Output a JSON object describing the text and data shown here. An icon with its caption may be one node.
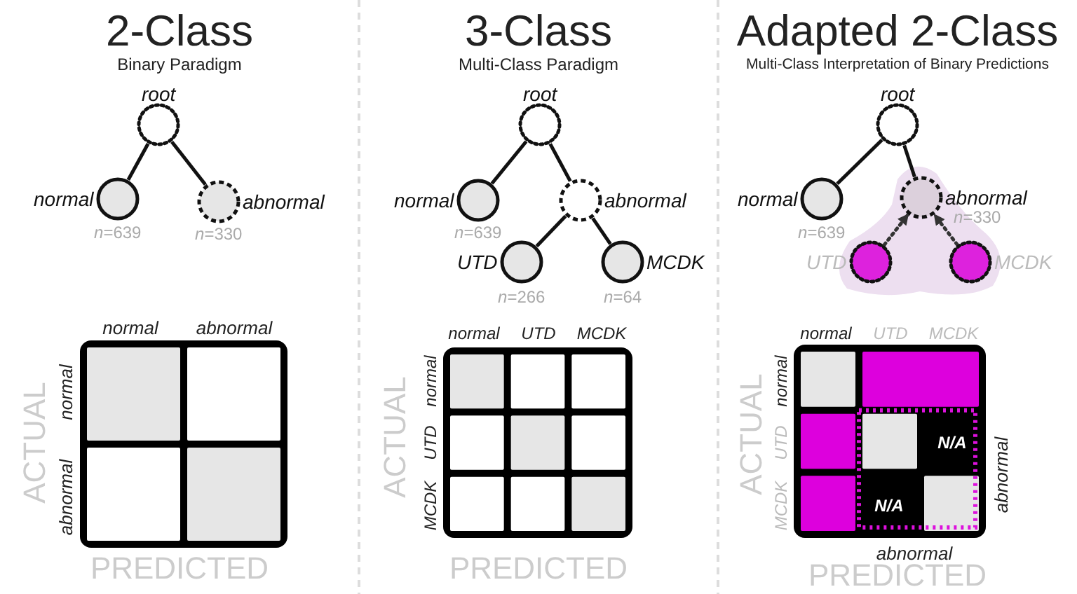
{
  "diagram": {
    "nodes": [
      {
        "text": [
          "root"
        ]
      },
      {
        "text": [
          "normal"
        ],
        "beside": [
          "*n*=639"
        ]
      },
      {
        "text": [
          "abnormal"
        ],
        "beside": [
          "*n*=330"
        ]
      },
      {
        "text": [
          "root"
        ]
      },
      {
        "text": [
          "normal"
        ],
        "beside": [
          "*n*=639"
        ]
      },
      {
        "text": [
          "abnormal"
        ]
      },
      {
        "text": [
          "UTD"
        ],
        "beside": [
          "*n*=266"
        ]
      },
      {
        "text": [
          "MCDK"
        ],
        "beside": [
          "*n*=64"
        ]
      },
      {
        "text": [
          "root"
        ]
      },
      {
        "text": [
          "normal"
        ],
        "beside": [
          "*n*=639"
        ]
      },
      {
        "text": [
          "abnormal"
        ],
        "beside": [
          "*n*=330"
        ]
      },
      {
        "text": [
          "UTD"
        ]
      },
      {
        "text": [
          "MCDK"
        ]
      }
    ],
    "edges": [
      {
        "from": 0,
        "to": 1,
        "arrow": "none"
      },
      {
        "from": 0,
        "to": 2,
        "arrow": "none"
      },
      {
        "from": 3,
        "to": 4,
        "arrow": "none"
      },
      {
        "from": 3,
        "to": 5,
        "arrow": "none"
      },
      {
        "from": 5,
        "to": 6,
        "arrow": "none"
      },
      {
        "from": 5,
        "to": 7,
        "arrow": "none"
      },
      {
        "from": 8,
        "to": 9,
        "arrow": "none"
      },
      {
        "from": 8,
        "to": 10,
        "arrow": "none"
      },
      {
        "from": 11,
        "to": 10,
        "arrow": "to",
        "style": "dashed"
      },
      {
        "from": 12,
        "to": 10,
        "arrow": "to",
        "style": "dashed"
      }
    ],
    "labels": [
      "2-Class",
      "Binary Paradigm",
      "3-Class",
      "Multi-Class Paradigm",
      "Adapted 2-Class",
      "Multi-Class Interpretation of Binary Predictions",
      "normal",
      "abnormal",
      "ACTUAL",
      "normal",
      "abnormal",
      "PREDICTED",
      "normal",
      "UTD",
      "MCDK",
      "ACTUAL",
      "normal",
      "UTD",
      "MCDK",
      "PREDICTED",
      "normal",
      "UTD",
      "MCDK",
      "ACTUAL",
      "normal",
      "UTD",
      "MCDK",
      "N/A",
      "abnormal",
      "N/A",
      "abnormal",
      "PREDICTED"
    ]
  }
}
